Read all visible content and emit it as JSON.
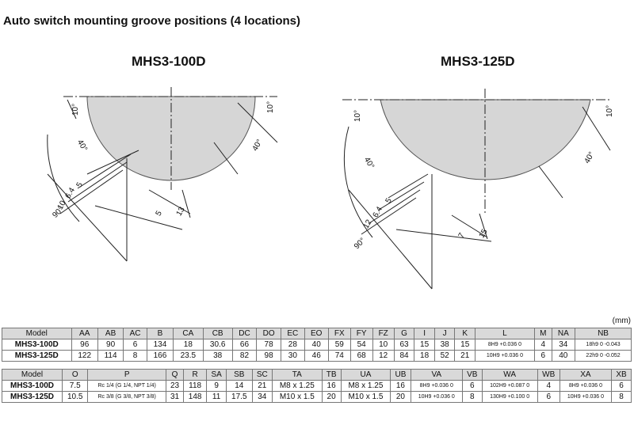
{
  "page": {
    "title": "Auto switch mounting groove positions (4 locations)",
    "unit": "(mm)"
  },
  "diagrams": {
    "left": {
      "label": "MHS3-100D",
      "dims": [
        "10°",
        "10°",
        "40°",
        "40°",
        "90°",
        "5",
        "6.4",
        "10",
        "5",
        "13"
      ]
    },
    "right": {
      "label": "MHS3-125D",
      "dims": [
        "10°",
        "10°",
        "40°",
        "40°",
        "90°",
        "5",
        "6.4",
        "12",
        "7",
        "15"
      ]
    }
  },
  "table1": {
    "headers": [
      "Model",
      "AA",
      "AB",
      "AC",
      "B",
      "CA",
      "CB",
      "DC",
      "DO",
      "EC",
      "EO",
      "FX",
      "FY",
      "FZ",
      "G",
      "I",
      "J",
      "K",
      "L",
      "M",
      "NA",
      "NB"
    ],
    "rows": [
      [
        "MHS3-100D",
        "96",
        "90",
        "6",
        "134",
        "18",
        "30.6",
        "66",
        "78",
        "28",
        "40",
        "59",
        "54",
        "10",
        "63",
        "15",
        "38",
        "15",
        "8H9 +0.036 0",
        "4",
        "34",
        "18h9 0 -0.043"
      ],
      [
        "MHS3-125D",
        "122",
        "114",
        "8",
        "166",
        "23.5",
        "38",
        "82",
        "98",
        "30",
        "46",
        "74",
        "68",
        "12",
        "84",
        "18",
        "52",
        "21",
        "10H9 +0.036 0",
        "6",
        "40",
        "22h9 0 -0.052"
      ]
    ]
  },
  "table2": {
    "headers": [
      "Model",
      "O",
      "P",
      "Q",
      "R",
      "SA",
      "SB",
      "SC",
      "TA",
      "TB",
      "UA",
      "UB",
      "VA",
      "VB",
      "WA",
      "WB",
      "XA",
      "XB"
    ],
    "rows": [
      [
        "MHS3-100D",
        "7.5",
        "Rc 1/4 (G 1/4, NPT 1/4)",
        "23",
        "118",
        "9",
        "14",
        "21",
        "M8 x 1.25",
        "16",
        "M8 x 1.25",
        "16",
        "8H9 +0.036 0",
        "6",
        "102H9 +0.087 0",
        "4",
        "8H9 +0.036 0",
        "6"
      ],
      [
        "MHS3-125D",
        "10.5",
        "Rc 3/8 (G 3/8, NPT 3/8)",
        "31",
        "148",
        "11",
        "17.5",
        "34",
        "M10 x 1.5",
        "20",
        "M10 x 1.5",
        "20",
        "10H9 +0.036 0",
        "8",
        "130H9 +0.100 0",
        "6",
        "10H9 +0.036 0",
        "8"
      ]
    ]
  }
}
